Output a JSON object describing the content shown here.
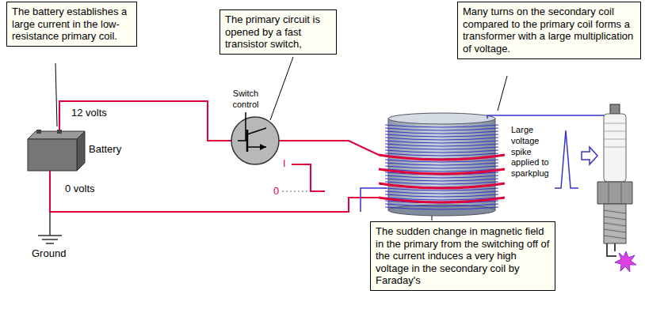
{
  "diagram": {
    "nodes": [
      {
        "text": [
          "The battery establishes a large current in the low-resistance primary coil."
        ]
      },
      {
        "text": [
          "The primary circuit is opened by a fast transistor switch,"
        ]
      },
      {
        "text": [
          "Many turns on the secondary coil compared to the primary coil forms a transformer with a large multiplication of voltage."
        ]
      },
      {
        "text": [
          "The sudden change in magnetic field in the primary from the switching off of the current induces a very high voltage in the secondary coil by Faraday's"
        ]
      }
    ],
    "labels": [
      "12 volts",
      "Battery",
      "0 volts",
      "Ground",
      "Switch control",
      "I",
      "0",
      "Large voltage spike applied to sparkplug"
    ]
  }
}
